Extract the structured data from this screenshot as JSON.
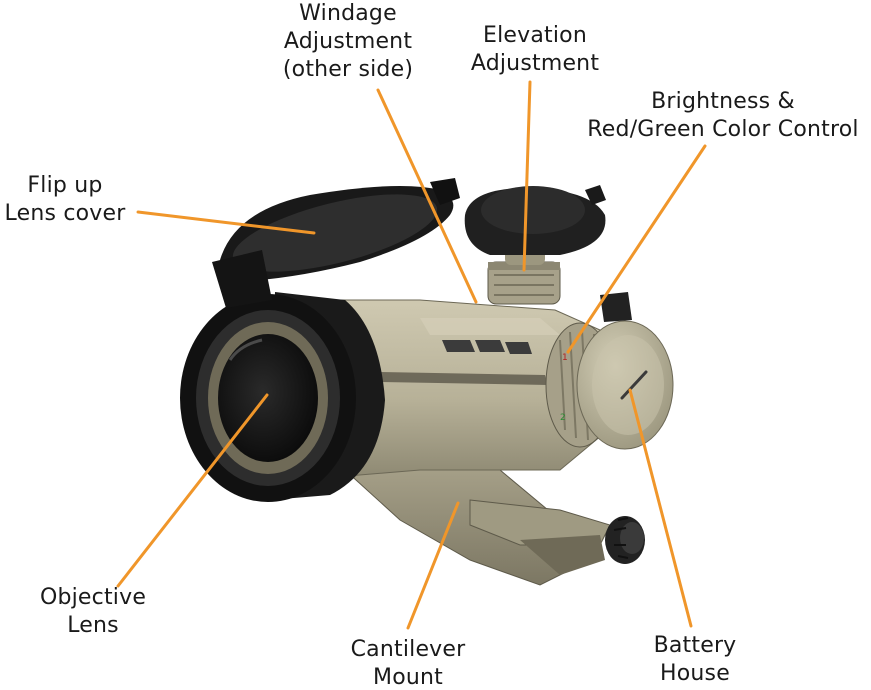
{
  "labels": {
    "windage": [
      "Windage",
      "Adjustment",
      "(other side)"
    ],
    "elevation": [
      "Elevation",
      "Adjustment"
    ],
    "brightness": [
      "Brightness &",
      "Red/Green Color Control"
    ],
    "lens_cover": [
      "Flip up",
      "Lens cover"
    ],
    "objective": [
      "Objective",
      "Lens"
    ],
    "cantilever": [
      "Cantilever",
      "Mount"
    ],
    "battery": [
      "Battery",
      "House"
    ]
  },
  "colors": {
    "leader": "#f0962a",
    "body": "#b9b39a",
    "body_dark": "#8f8a73",
    "rubber": "#1d1d1d",
    "text": "#1a1a1a"
  }
}
